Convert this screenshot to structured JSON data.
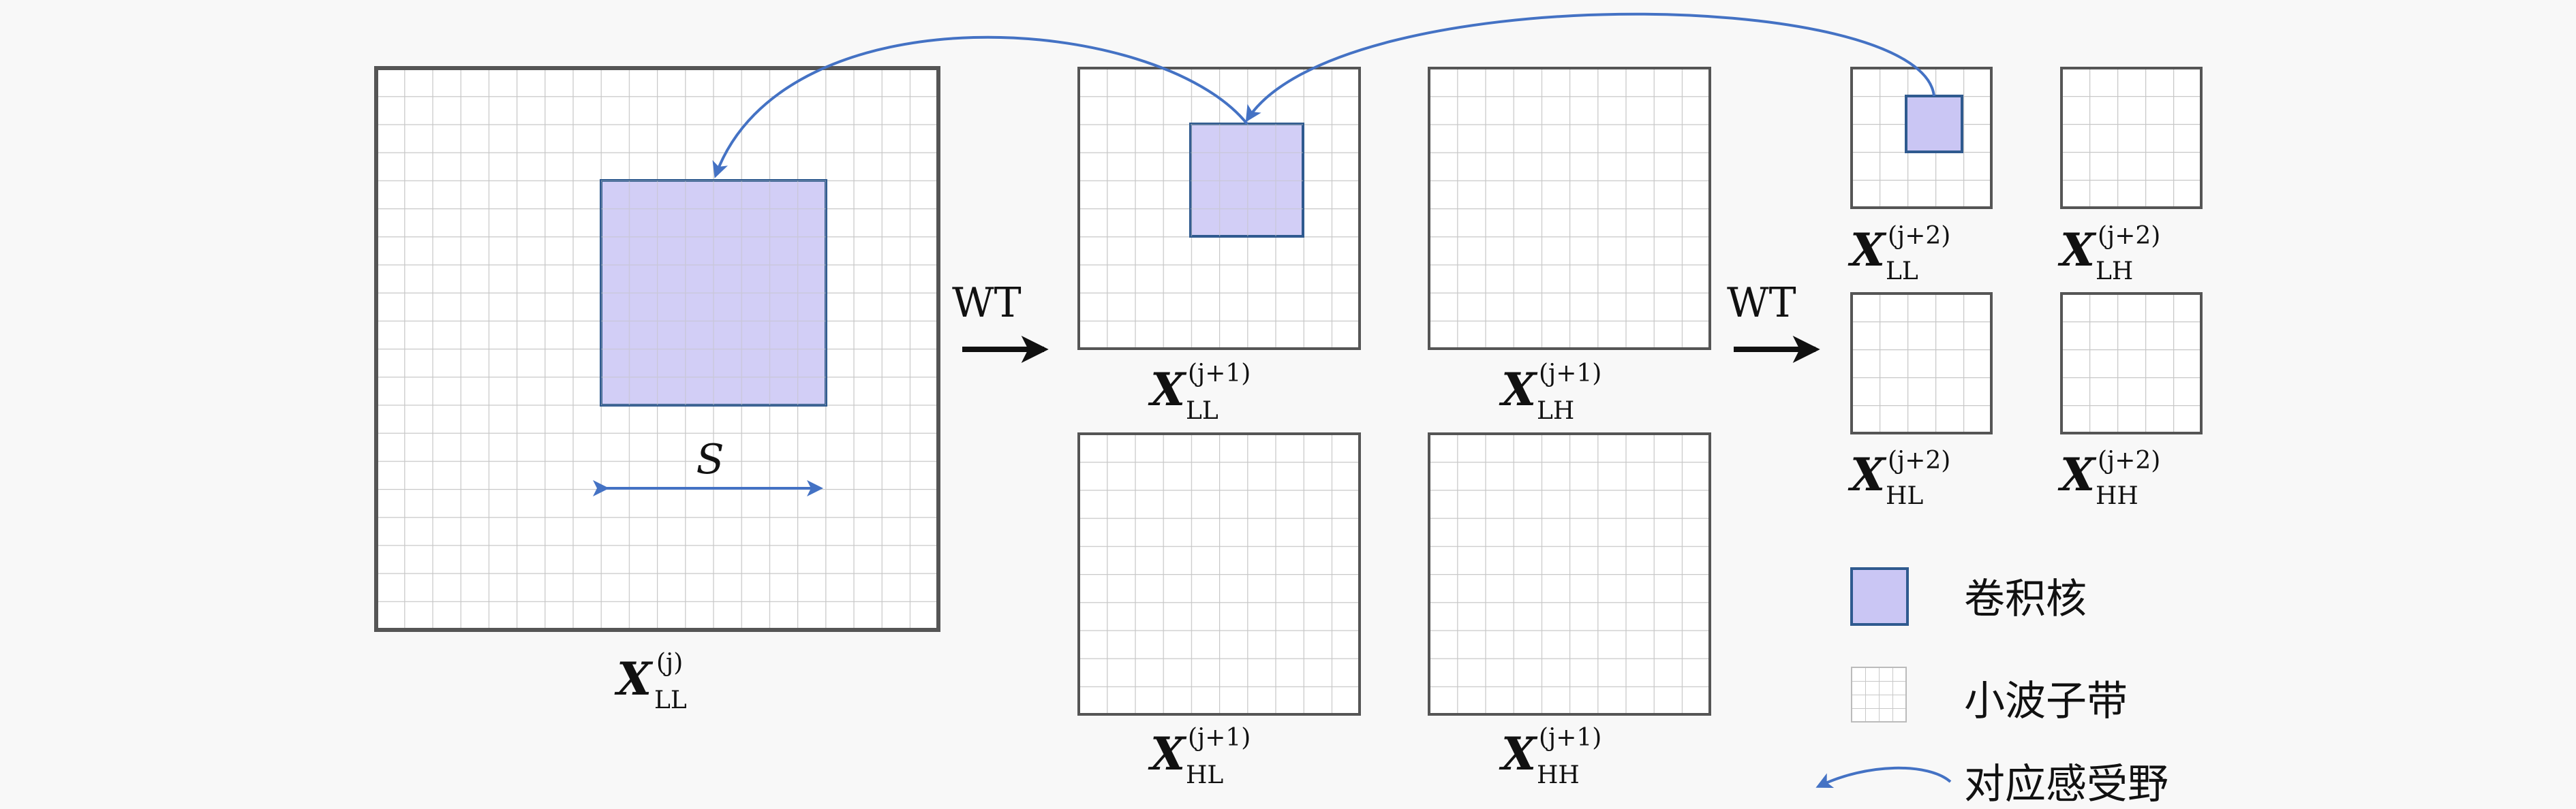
{
  "legend": {
    "kernel": "卷积核",
    "subband": "小波子带",
    "receptive": "对应感受野"
  },
  "transform_label": "WT",
  "size_label": "S",
  "bands": {
    "level0": {
      "var": "X",
      "sub": "LL",
      "sup": "(j)"
    },
    "level1": [
      {
        "var": "X",
        "sub": "LL",
        "sup": "(j+1)"
      },
      {
        "var": "X",
        "sub": "LH",
        "sup": "(j+1)"
      },
      {
        "var": "X",
        "sub": "HL",
        "sup": "(j+1)"
      },
      {
        "var": "X",
        "sub": "HH",
        "sup": "(j+1)"
      }
    ],
    "level2": [
      {
        "var": "X",
        "sub": "LL",
        "sup": "(j+2)"
      },
      {
        "var": "X",
        "sub": "LH",
        "sup": "(j+2)"
      },
      {
        "var": "X",
        "sub": "HL",
        "sup": "(j+2)"
      },
      {
        "var": "X",
        "sub": "HH",
        "sup": "(j+2)"
      }
    ]
  },
  "colors": {
    "kernel_fill": "#cac6f4",
    "kernel_stroke": "#2f5a8f",
    "arrow": "#4472c4",
    "grid_line": "#c8c8c8",
    "frame": "#555555"
  }
}
